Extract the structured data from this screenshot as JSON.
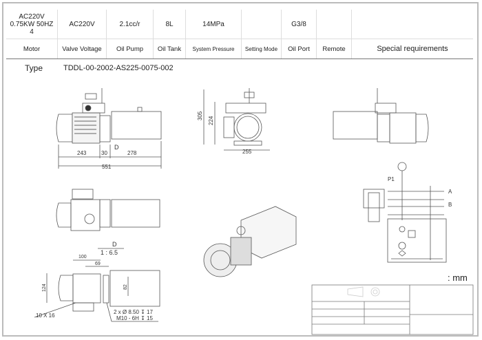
{
  "spec_table": {
    "values": [
      "AC220V\n0.75KW 50HZ\n4",
      "AC220V",
      "2.1cc/r",
      "8L",
      "14MPa",
      "",
      "G3/8",
      "",
      ""
    ],
    "labels": [
      "Motor",
      "Valve Voltage",
      "Oil Pump",
      "Oil Tank",
      "System Pressure",
      "Setting Mode",
      "Oil Port",
      "Remote",
      "Special requirements"
    ]
  },
  "type": {
    "label": "Type",
    "value": "TDDL-00-2002-AS225-0075-002"
  },
  "side_view": {
    "dims": [
      "243",
      "30",
      "278",
      "551"
    ],
    "view_marker": "D"
  },
  "end_view": {
    "dims": [
      "305",
      "224",
      "255"
    ]
  },
  "detail_view": {
    "title": "D",
    "scale": "1 : 6.5",
    "dims": [
      "100",
      "69",
      "124",
      "82"
    ],
    "notes": [
      "10 X 16",
      "2 x Ø 8.50 ↧ 17",
      "M10 - 6H ↧ 15"
    ]
  },
  "schematic": {
    "labels": [
      "P1",
      "A",
      "B"
    ]
  },
  "unit": ": mm"
}
